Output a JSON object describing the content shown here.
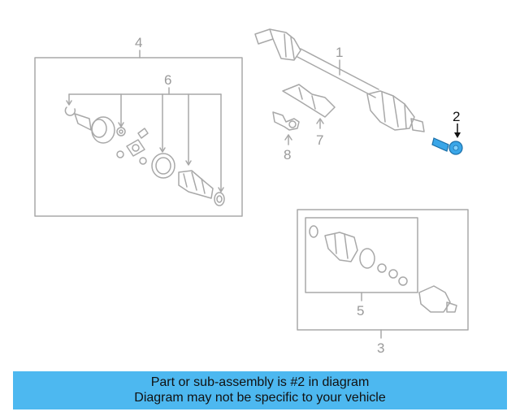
{
  "callouts": [
    {
      "id": "1",
      "label": "1"
    },
    {
      "id": "2",
      "label": "2",
      "highlighted": true
    },
    {
      "id": "3",
      "label": "3"
    },
    {
      "id": "4",
      "label": "4"
    },
    {
      "id": "5",
      "label": "5"
    },
    {
      "id": "6",
      "label": "6"
    },
    {
      "id": "7",
      "label": "7"
    },
    {
      "id": "8",
      "label": "8"
    }
  ],
  "caption": {
    "line1": "Part or sub-assembly is #2 in diagram",
    "line2": "Diagram may not be specific to your vehicle"
  },
  "colors": {
    "caption_bg": "#4db8f0",
    "highlight": "#3aa6e8",
    "line_art": "#9a9a9a",
    "callout_highlight_text": "#111111"
  }
}
